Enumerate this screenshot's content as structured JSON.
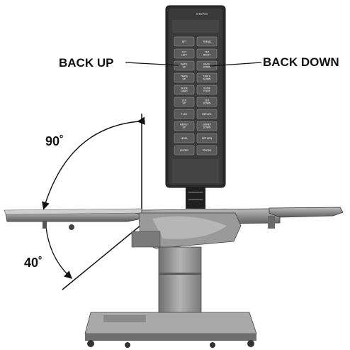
{
  "labels": {
    "back_up": "BACK UP",
    "back_down": "BACK DOWN",
    "angle_up": "90˚",
    "angle_down": "40˚"
  },
  "pendant": {
    "brand": "STERIS",
    "buttons": [
      [
        "RFT",
        "TREND"
      ],
      [
        "TILT LEFT",
        "TILT RIGHT"
      ],
      [
        "BACK UP",
        "BACK DOWN"
      ],
      [
        "TABLE UP",
        "TABLE DOWN"
      ],
      [
        "SLIDE HEAD",
        "SLIDE FOOT"
      ],
      [
        "LEG UP",
        "LEG DOWN"
      ],
      [
        "FLEX",
        "REFLEX"
      ],
      [
        "KIDNEY UP",
        "KIDNEY DOWN"
      ],
      [
        "LEVEL",
        "RETURN"
      ],
      [
        "ENTER",
        "STATUS"
      ]
    ]
  },
  "colors": {
    "pendant": "#2c2c2c",
    "button": "#5a5a5a",
    "table_metal": "#8a8a8a",
    "base": "#a9a9a9"
  }
}
